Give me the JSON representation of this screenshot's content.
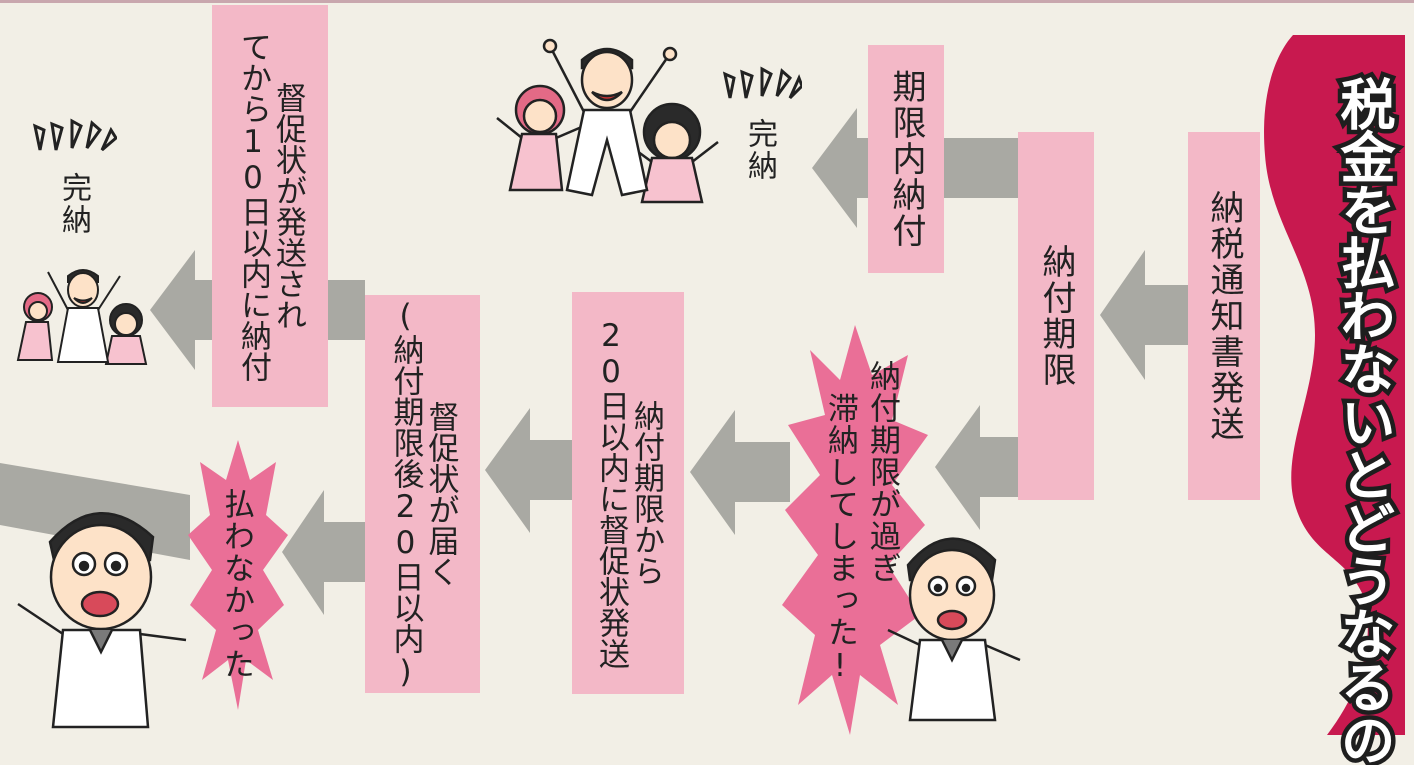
{
  "title": "税金を払わないとどうなるの",
  "boxes": {
    "notice": "納税通知書発送",
    "deadline": "納付期限",
    "paid_on_time": "期限内納付",
    "reminder_sent": [
      "納付期限から",
      "20日以内に督促状発送"
    ],
    "reminder_arrives": [
      "督促状が届く",
      "(納付期限後20日以内)"
    ],
    "paid_after_reminder": [
      "督促状が発送され",
      "てから10日以内に納付"
    ]
  },
  "labels": {
    "complete_top": "完納",
    "complete_left": "完納"
  },
  "bursts": {
    "overdue": [
      "納付期限が過ぎ",
      "滞納してしまった!"
    ],
    "not_paid": "払わなかった"
  },
  "colors": {
    "box_fill": "#f3b8c7",
    "arrow": "#a9a9a3",
    "title_band": "#c8194f",
    "burst": "#ea6f97",
    "background": "#f2efe6"
  }
}
